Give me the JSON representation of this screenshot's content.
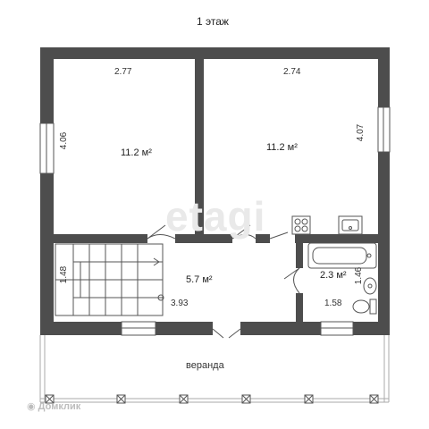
{
  "floor_title": "1 этаж",
  "watermark": "etagi",
  "logo_text": "Домклик",
  "rooms": [
    {
      "area_label": "11.2 м²",
      "width_label": "2.77",
      "height_label": "4.06"
    },
    {
      "area_label": "11.2 м²",
      "width_label": "2.74",
      "height_label": "4.07"
    },
    {
      "area_label": "5.7 м²",
      "width_label": "3.93",
      "height_label": "1.48"
    },
    {
      "area_label": "2.3 м²",
      "width_label": "1.58",
      "height_label": "1.46"
    }
  ],
  "veranda_label": "веранда",
  "colors": {
    "wall": "#4d4d4d",
    "line": "#555555",
    "window": "#dfe3e3",
    "bg": "#ffffff"
  }
}
